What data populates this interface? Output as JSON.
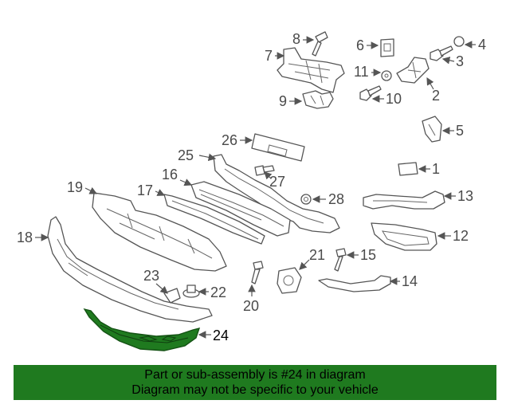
{
  "highlight_color": "#1f7a1f",
  "banner": {
    "line1": "Part or sub-assembly is #24 in diagram",
    "line2": "Diagram may not be specific to your vehicle"
  },
  "callouts": {
    "c2": "2",
    "c3": "3",
    "c4": "4",
    "c5": "5",
    "c6": "6",
    "c7": "7",
    "c8": "8",
    "c9": "9",
    "c10": "10",
    "c11": "11",
    "c12": "12",
    "c13": "13",
    "c14": "14",
    "c15": "15",
    "c16": "16",
    "c17": "17",
    "c18": "18",
    "c19": "19",
    "c20": "20",
    "c21": "21",
    "c22": "22",
    "c23": "23",
    "c24": "24",
    "c25": "25",
    "c26": "26",
    "c27": "27",
    "c28": "28",
    "c1": "1"
  }
}
